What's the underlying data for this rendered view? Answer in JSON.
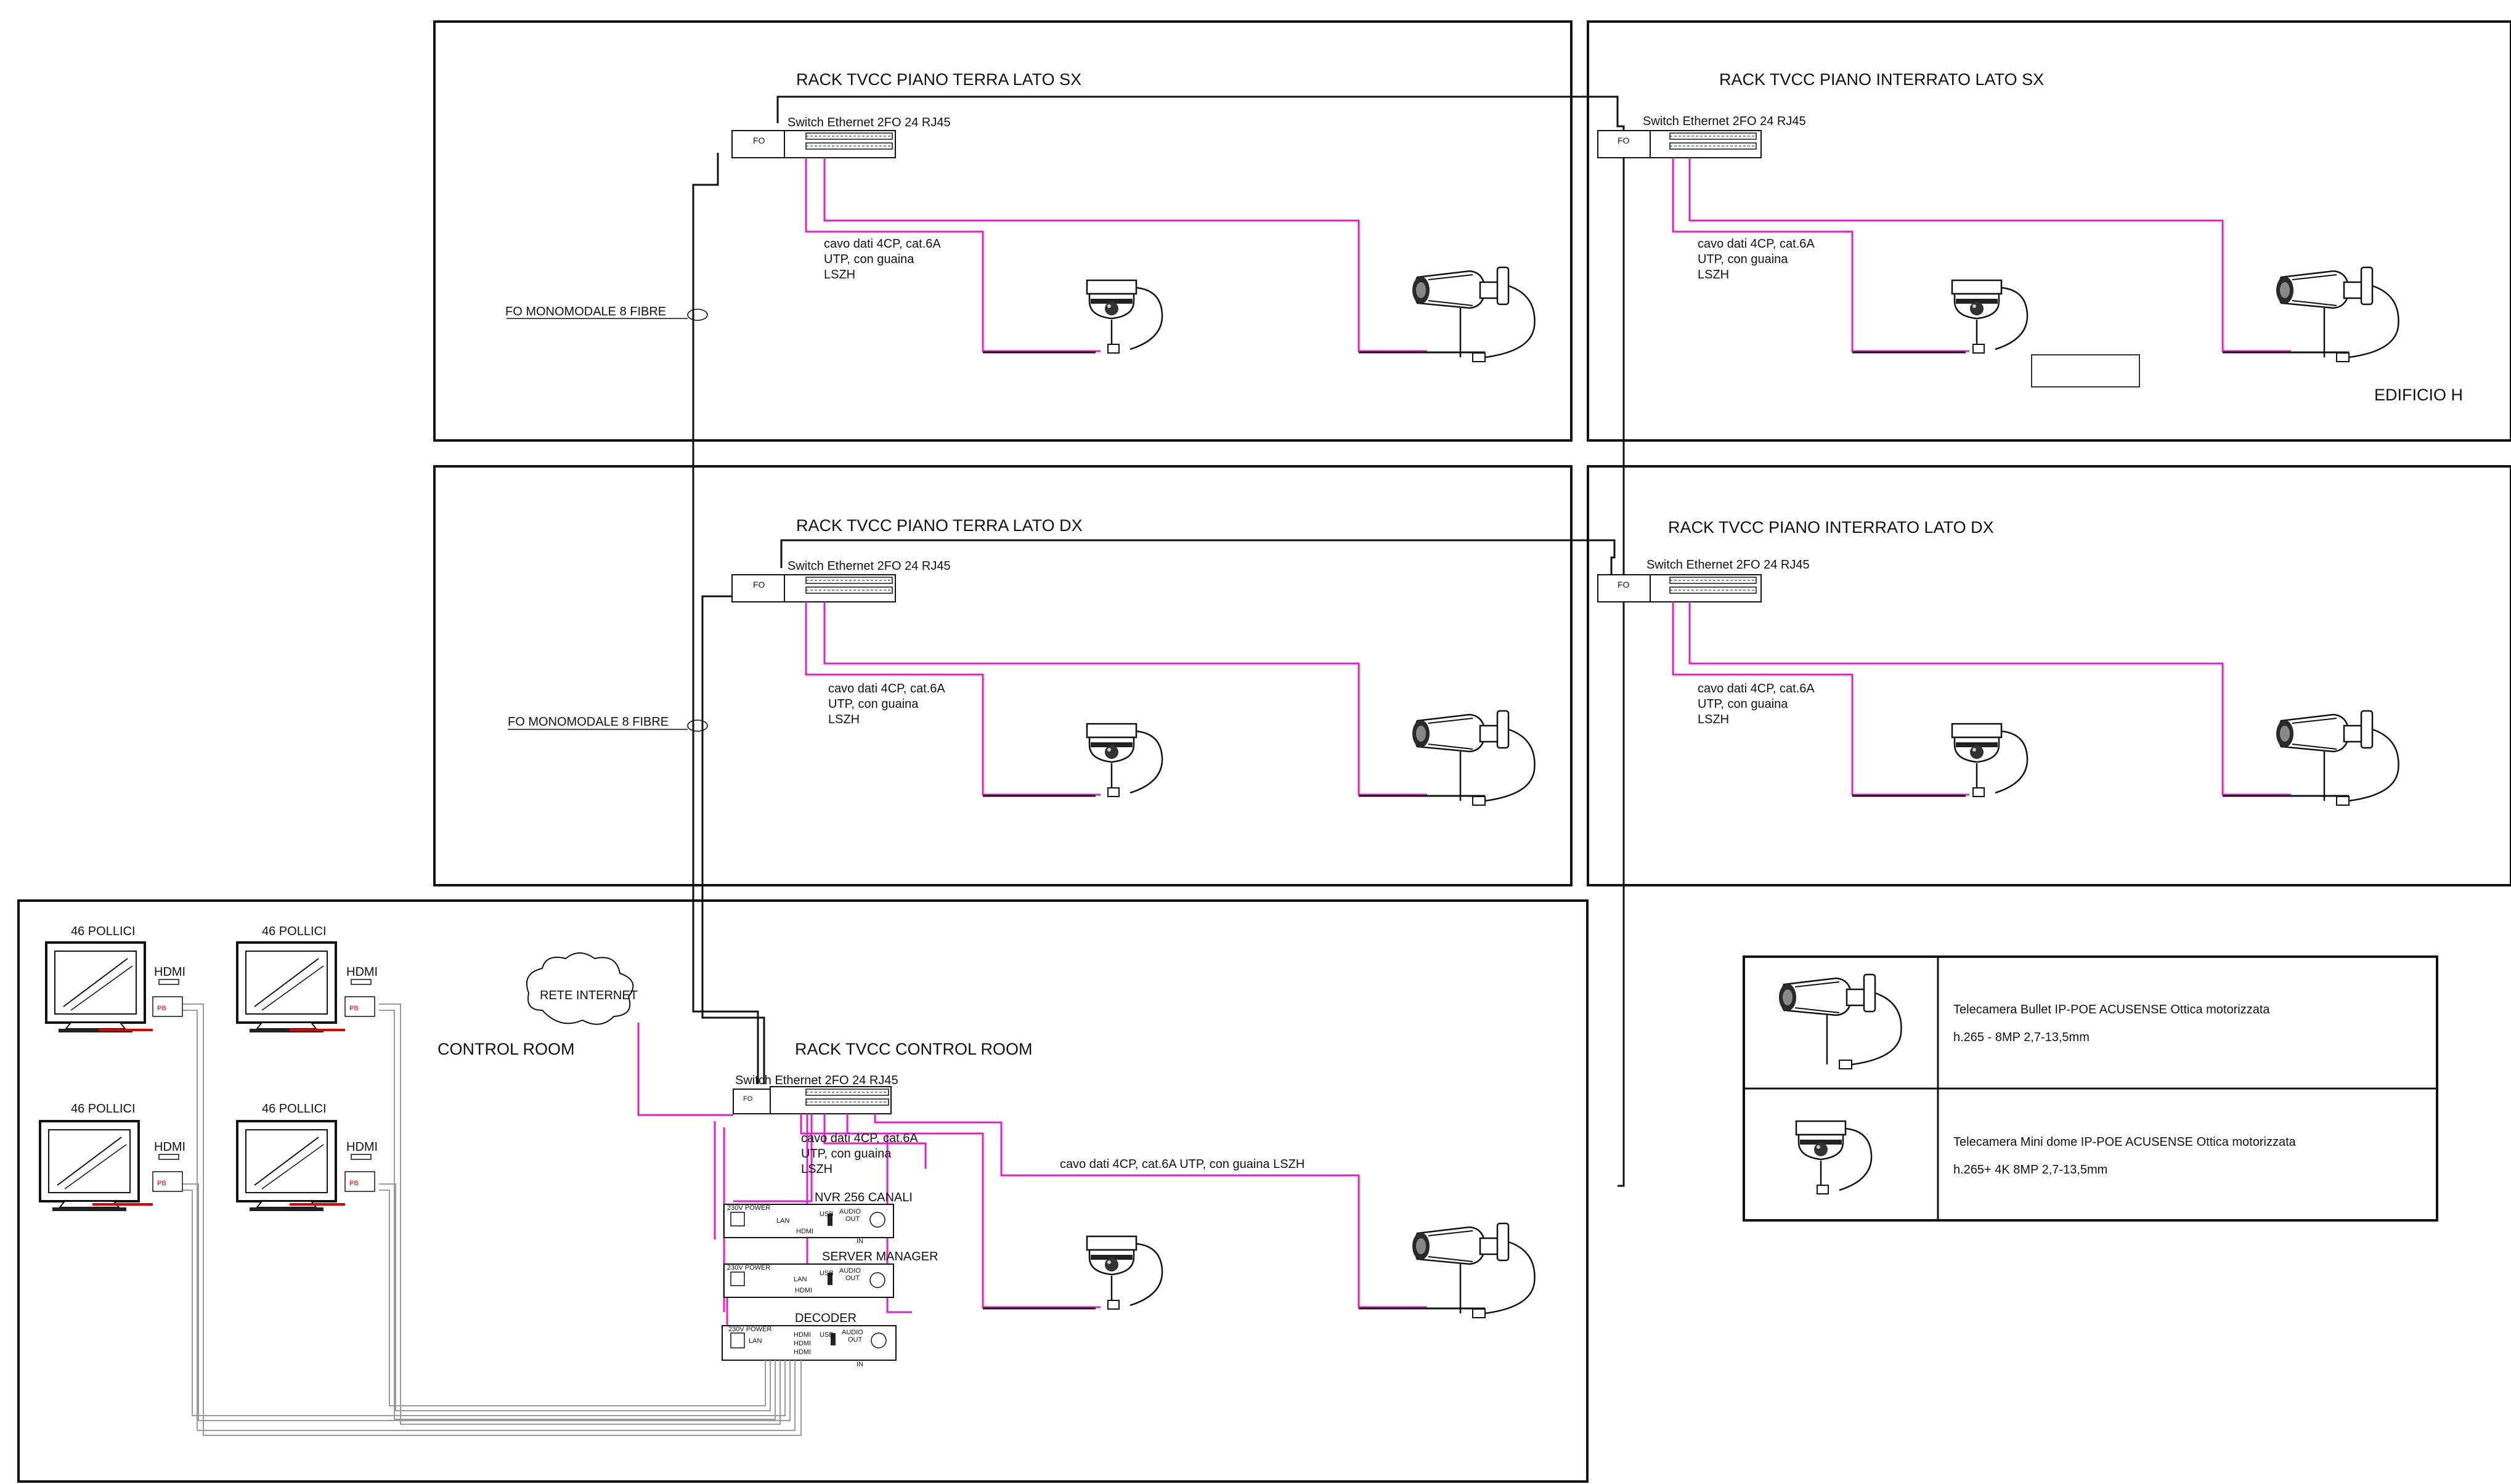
{
  "racks": {
    "terra_sx": {
      "title": "RACK TVCC PIANO TERRA LATO SX",
      "fo": "FO",
      "switch": "Switch  Ethernet 2FO 24 RJ45",
      "fiber": "FO MONOMODALE 8 FIBRE",
      "cable_l1": "cavo dati 4CP, cat.6A",
      "cable_l2": "UTP, con guaina",
      "cable_l3": "LSZH"
    },
    "interrato_sx": {
      "title": "RACK TVCC PIANO INTERRATO LATO SX",
      "fo": "FO",
      "switch": "Switch  Ethernet 2FO 24 RJ45",
      "cable_l1": "cavo dati 4CP, cat.6A",
      "cable_l2": "UTP, con guaina",
      "cable_l3": "LSZH",
      "building": "EDIFICIO H"
    },
    "terra_dx": {
      "title": "RACK TVCC PIANO TERRA LATO DX",
      "fo": "FO",
      "switch": "Switch  Ethernet 2FO 24 RJ45",
      "fiber": "FO MONOMODALE 8 FIBRE",
      "cable_l1": "cavo dati 4CP, cat.6A",
      "cable_l2": "UTP, con guaina",
      "cable_l3": "LSZH"
    },
    "interrato_dx": {
      "title": "RACK TVCC PIANO INTERRATO LATO DX",
      "fo": "FO",
      "switch": "Switch  Ethernet 2FO 24 RJ45",
      "cable_l1": "cavo dati 4CP, cat.6A",
      "cable_l2": "UTP, con guaina",
      "cable_l3": "LSZH"
    }
  },
  "control_room": {
    "label": "CONTROL ROOM",
    "rack_title": "RACK TVCC CONTROL ROOM",
    "switch": "Switch  Ethernet 2FO 24 RJ45",
    "fo": "FO",
    "internet": "RETE INTERNET",
    "cable_l1": "cavo dati 4CP, cat.6A",
    "cable_l2": "UTP, con guaina",
    "cable_l3": "LSZH",
    "cable_long": "cavo dati 4CP, cat.6A UTP, con guaina LSZH",
    "nvr": "NVR 256 CANALI",
    "server": "SERVER MANAGER",
    "decoder": "DECODER",
    "monitor_size": "46 POLLICI",
    "hdmi": "HDMI",
    "device_labels": {
      "power": "230V POWER",
      "lan": "LAN",
      "hdmi": "HDMI",
      "usb": "USB",
      "audio": "AUDIO",
      "out": "OUT",
      "in": "IN"
    }
  },
  "legend": {
    "bullet_l1": "Telecamera Bullet IP-POE ACUSENSE Ottica motorizzata",
    "bullet_l2": "h.265 - 8MP 2,7-13,5mm",
    "dome_l1": "Telecamera Mini dome IP-POE ACUSENSE Ottica motorizzata",
    "dome_l2": "h.265+ 4K 8MP 2,7-13,5mm"
  },
  "colors": {
    "cable_magenta": "#e51fc9",
    "fiber_black": "#111111",
    "hdmi_grey": "#9a9a9a",
    "power_red": "#e00000"
  }
}
